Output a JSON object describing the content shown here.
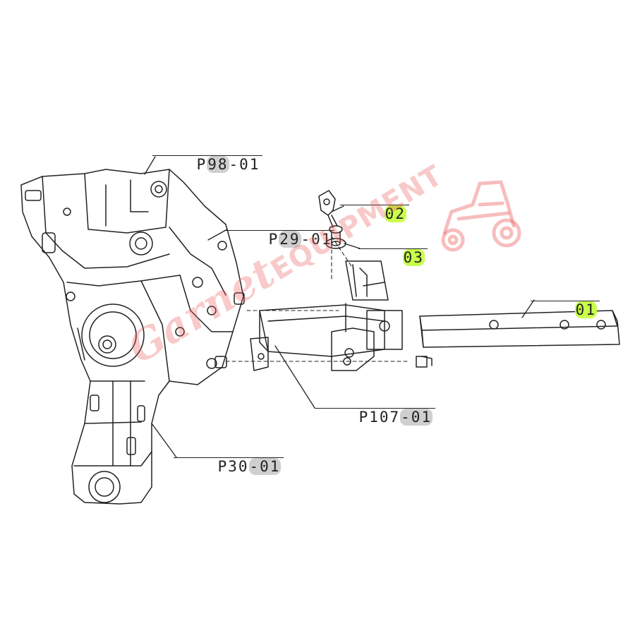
{
  "diagram": {
    "callouts": [
      {
        "id": "p98",
        "prefix": "P",
        "highlight": "98",
        "suffix": "-01",
        "color": "gray"
      },
      {
        "id": "p29",
        "prefix": "P",
        "highlight": "29",
        "suffix": "-01",
        "color": "gray"
      },
      {
        "id": "p107",
        "prefix": "P107",
        "highlight": "-01",
        "suffix": "",
        "color": "gray"
      },
      {
        "id": "p30",
        "prefix": "P30",
        "highlight": "-01",
        "suffix": "",
        "color": "gray"
      },
      {
        "id": "c02",
        "prefix": "",
        "highlight": "02",
        "suffix": "",
        "color": "green"
      },
      {
        "id": "c03",
        "prefix": "",
        "highlight": "03",
        "suffix": "",
        "color": "green"
      },
      {
        "id": "c01",
        "prefix": "",
        "highlight": "01",
        "suffix": "",
        "color": "green"
      }
    ],
    "watermark": {
      "brand": "Garnet",
      "sub": "EQUIPMENT"
    },
    "colors": {
      "line": "#222222",
      "highlight_gray": "#cfcfcf",
      "highlight_green": "#c8ff4a",
      "watermark": "#eb5a5a"
    }
  }
}
